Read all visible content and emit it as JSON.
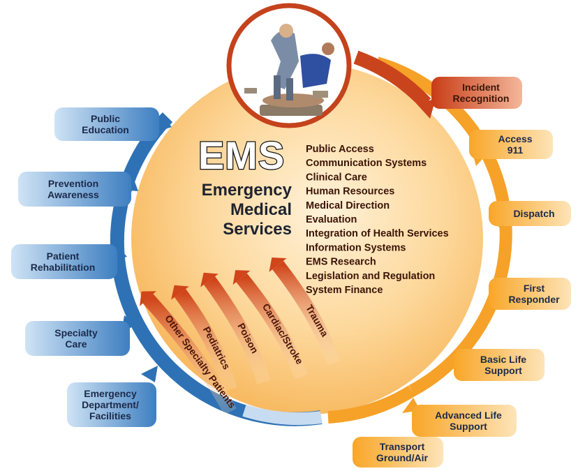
{
  "center": {
    "title": "EMS",
    "subtitle_lines": [
      "Emergency",
      "Medical",
      "Services"
    ]
  },
  "components": [
    "Public Access",
    "Communication Systems",
    "Clinical Care",
    "Human Resources",
    "Medical Direction",
    "Evaluation",
    "Integration of Health Services",
    "Information Systems",
    "EMS Research",
    "Legislation and Regulation",
    "System Finance"
  ],
  "right_steps": [
    {
      "lines": [
        "Incident",
        "Recognition"
      ]
    },
    {
      "lines": [
        "Access",
        "911"
      ]
    },
    {
      "lines": [
        "Dispatch"
      ]
    },
    {
      "lines": [
        "First",
        "Responder"
      ]
    },
    {
      "lines": [
        "Basic Life",
        "Support"
      ]
    },
    {
      "lines": [
        "Advanced Life",
        "Support"
      ]
    },
    {
      "lines": [
        "Transport",
        "Ground/Air"
      ]
    }
  ],
  "left_steps": [
    {
      "lines": [
        "Public",
        "Education"
      ]
    },
    {
      "lines": [
        "Prevention",
        "Awareness"
      ]
    },
    {
      "lines": [
        "Patient",
        "Rehabilitation"
      ]
    },
    {
      "lines": [
        "Specialty",
        "Care"
      ]
    },
    {
      "lines": [
        "Emergency",
        "Department/",
        "Facilities"
      ]
    }
  ],
  "patient_arrows": [
    "Other Specialty Patients",
    "Pediatrics",
    "Poison",
    "Cardiac/Stroke",
    "Trauma"
  ],
  "colors": {
    "circle_fill": "#fbc77a",
    "circle_center": "#fde9c6",
    "right_orange": "#f7a21c",
    "right_red": "#c9411a",
    "left_blue": "#2f74b8",
    "left_box": "#8ab8e2",
    "text_dark": "#1c2a4a"
  },
  "icons": {
    "photo": "paramedic-patient-icon"
  }
}
